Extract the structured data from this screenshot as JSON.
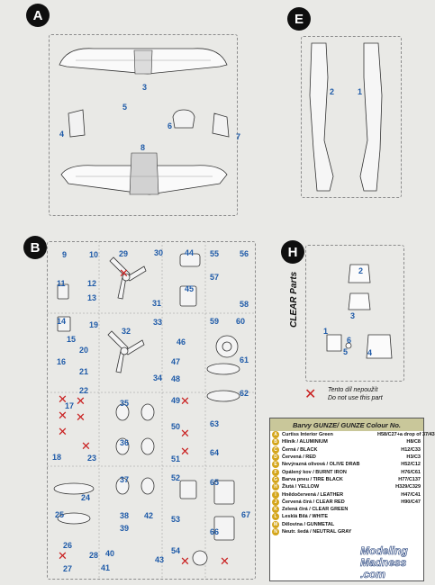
{
  "sections": {
    "a": {
      "letter": "A"
    },
    "e": {
      "letter": "E"
    },
    "b": {
      "letter": "B"
    },
    "h": {
      "letter": "H"
    }
  },
  "panel_a_numbers": [
    "3",
    "5",
    "4",
    "6",
    "7",
    "8"
  ],
  "panel_e_numbers": [
    "2",
    "1"
  ],
  "panel_b_numbers": [
    "9",
    "10",
    "11",
    "12",
    "13",
    "14",
    "15",
    "16",
    "19",
    "20",
    "21",
    "22",
    "17",
    "18",
    "23",
    "24",
    "25",
    "26",
    "27",
    "28",
    "29",
    "30",
    "31",
    "32",
    "33",
    "34",
    "35",
    "36",
    "37",
    "38",
    "39",
    "40",
    "41",
    "42",
    "43",
    "44",
    "45",
    "46",
    "47",
    "48",
    "49",
    "50",
    "51",
    "52",
    "53",
    "54",
    "55",
    "56",
    "57",
    "58",
    "59",
    "60",
    "61",
    "62",
    "63",
    "64",
    "65",
    "66",
    "67"
  ],
  "panel_h_numbers": [
    "2",
    "3",
    "1",
    "6",
    "5",
    "4"
  ],
  "clear_parts_title": "CLEAR Parts",
  "legend": {
    "line1": "Tento díl nepoužít",
    "line2": "Do not use this part"
  },
  "colour_table": {
    "title": "Barvy GUNZE/ GUNZE Colour No.",
    "rows": [
      {
        "letter": "A",
        "name": "Curtiss Interior Green",
        "code": "H58/C27+a drop of 37/43"
      },
      {
        "letter": "B",
        "name": "Hliník / ALUMINIUM",
        "code": "H8/C8"
      },
      {
        "letter": "C",
        "name": "Černá / BLACK",
        "code": "H12/C33"
      },
      {
        "letter": "D",
        "name": "Červená / RED",
        "code": "H3/C3"
      },
      {
        "letter": "E",
        "name": "Nevýrazná olivová / OLIVE DRAB",
        "code": "H52/C12"
      },
      {
        "letter": "F",
        "name": "Opálený kov / BURNT IRON",
        "code": "H76/C61"
      },
      {
        "letter": "G",
        "name": "Barva pneu / TIRE BLACK",
        "code": "H77/C137"
      },
      {
        "letter": "H",
        "name": "Žlutá / YELLOW",
        "code": "H329/C329"
      },
      {
        "letter": "I",
        "name": "Hnědočervená / LEATHER",
        "code": "H47/C41"
      },
      {
        "letter": "J",
        "name": "Červená čirá / CLEAR RED",
        "code": "H90/C47"
      },
      {
        "letter": "K",
        "name": "Zelená čirá / CLEAR GREEN",
        "code": ""
      },
      {
        "letter": "L",
        "name": "Lesklá Bílá / WHITE",
        "code": ""
      },
      {
        "letter": "M",
        "name": "Dělovina / GUNMETAL",
        "code": ""
      },
      {
        "letter": "N",
        "name": "Neutr. šedá / NEUTRAL GRAY",
        "code": ""
      }
    ]
  },
  "watermark": {
    "line1": "Modeling",
    "line2": "Madness",
    "line3": ".com"
  }
}
